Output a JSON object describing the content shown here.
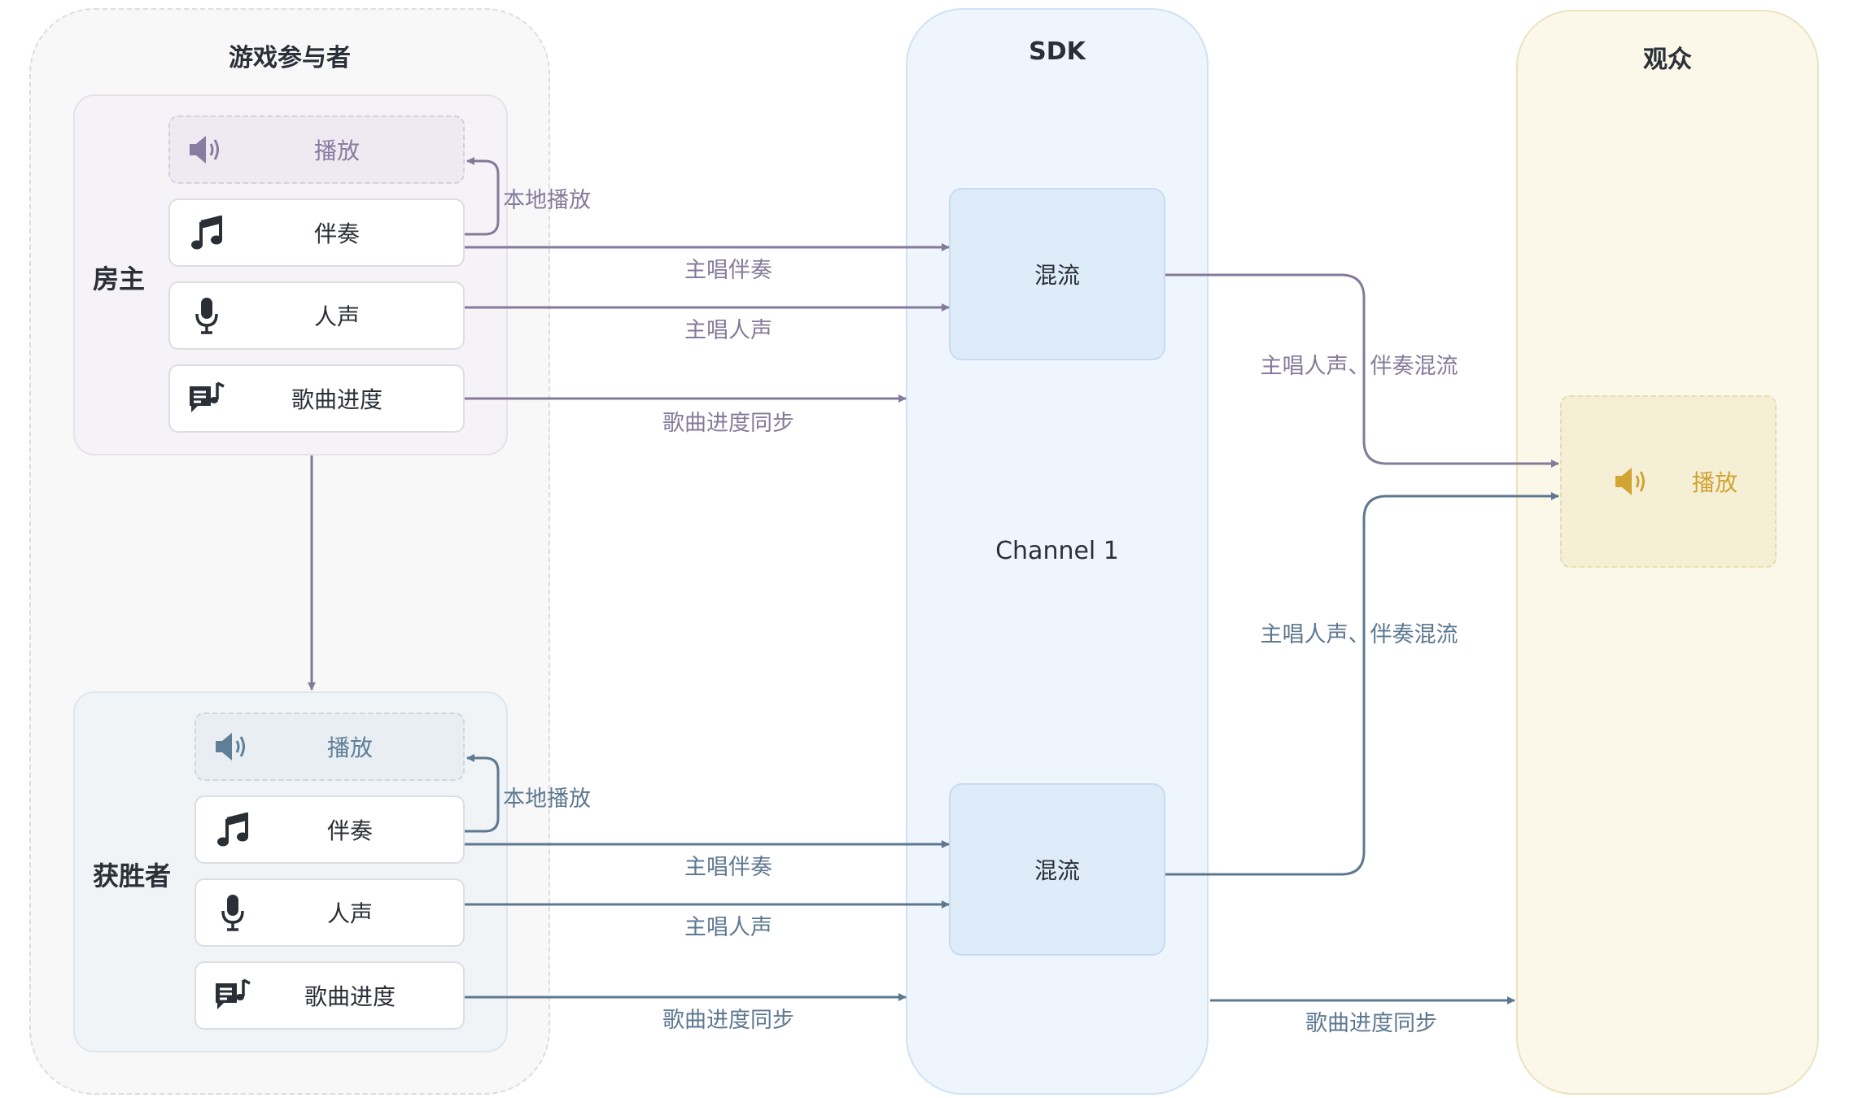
{
  "columns": {
    "participants": "游戏参与者",
    "sdk": "SDK",
    "audience": "观众"
  },
  "host": {
    "label": "房主",
    "items": {
      "playback": "播放",
      "accompaniment": "伴奏",
      "vocals": "人声",
      "progress": "歌曲进度"
    }
  },
  "winner": {
    "label": "获胜者",
    "items": {
      "playback": "播放",
      "accompaniment": "伴奏",
      "vocals": "人声",
      "progress": "歌曲进度"
    }
  },
  "sdk": {
    "mix_top": "混流",
    "mix_bottom": "混流",
    "channel": "Channel 1"
  },
  "audience": {
    "playback": "播放"
  },
  "edges": {
    "host_local_play": "本地播放",
    "host_lead_accompaniment": "主唱伴奏",
    "host_lead_vocals": "主唱人声",
    "host_progress_sync": "歌曲进度同步",
    "host_mix_out": "主唱人声、伴奏混流",
    "winner_local_play": "本地播放",
    "winner_lead_accompaniment": "主唱伴奏",
    "winner_lead_vocals": "主唱人声",
    "winner_progress_sync": "歌曲进度同步",
    "winner_mix_out": "主唱人声、伴奏混流",
    "sdk_progress_sync": "歌曲进度同步"
  },
  "colors": {
    "host_line": "#857a99",
    "winner_line": "#5e7890",
    "audience_accent": "#d1a433"
  },
  "icons": [
    "speaker-icon",
    "music-note-icon",
    "microphone-icon",
    "lyrics-icon"
  ]
}
